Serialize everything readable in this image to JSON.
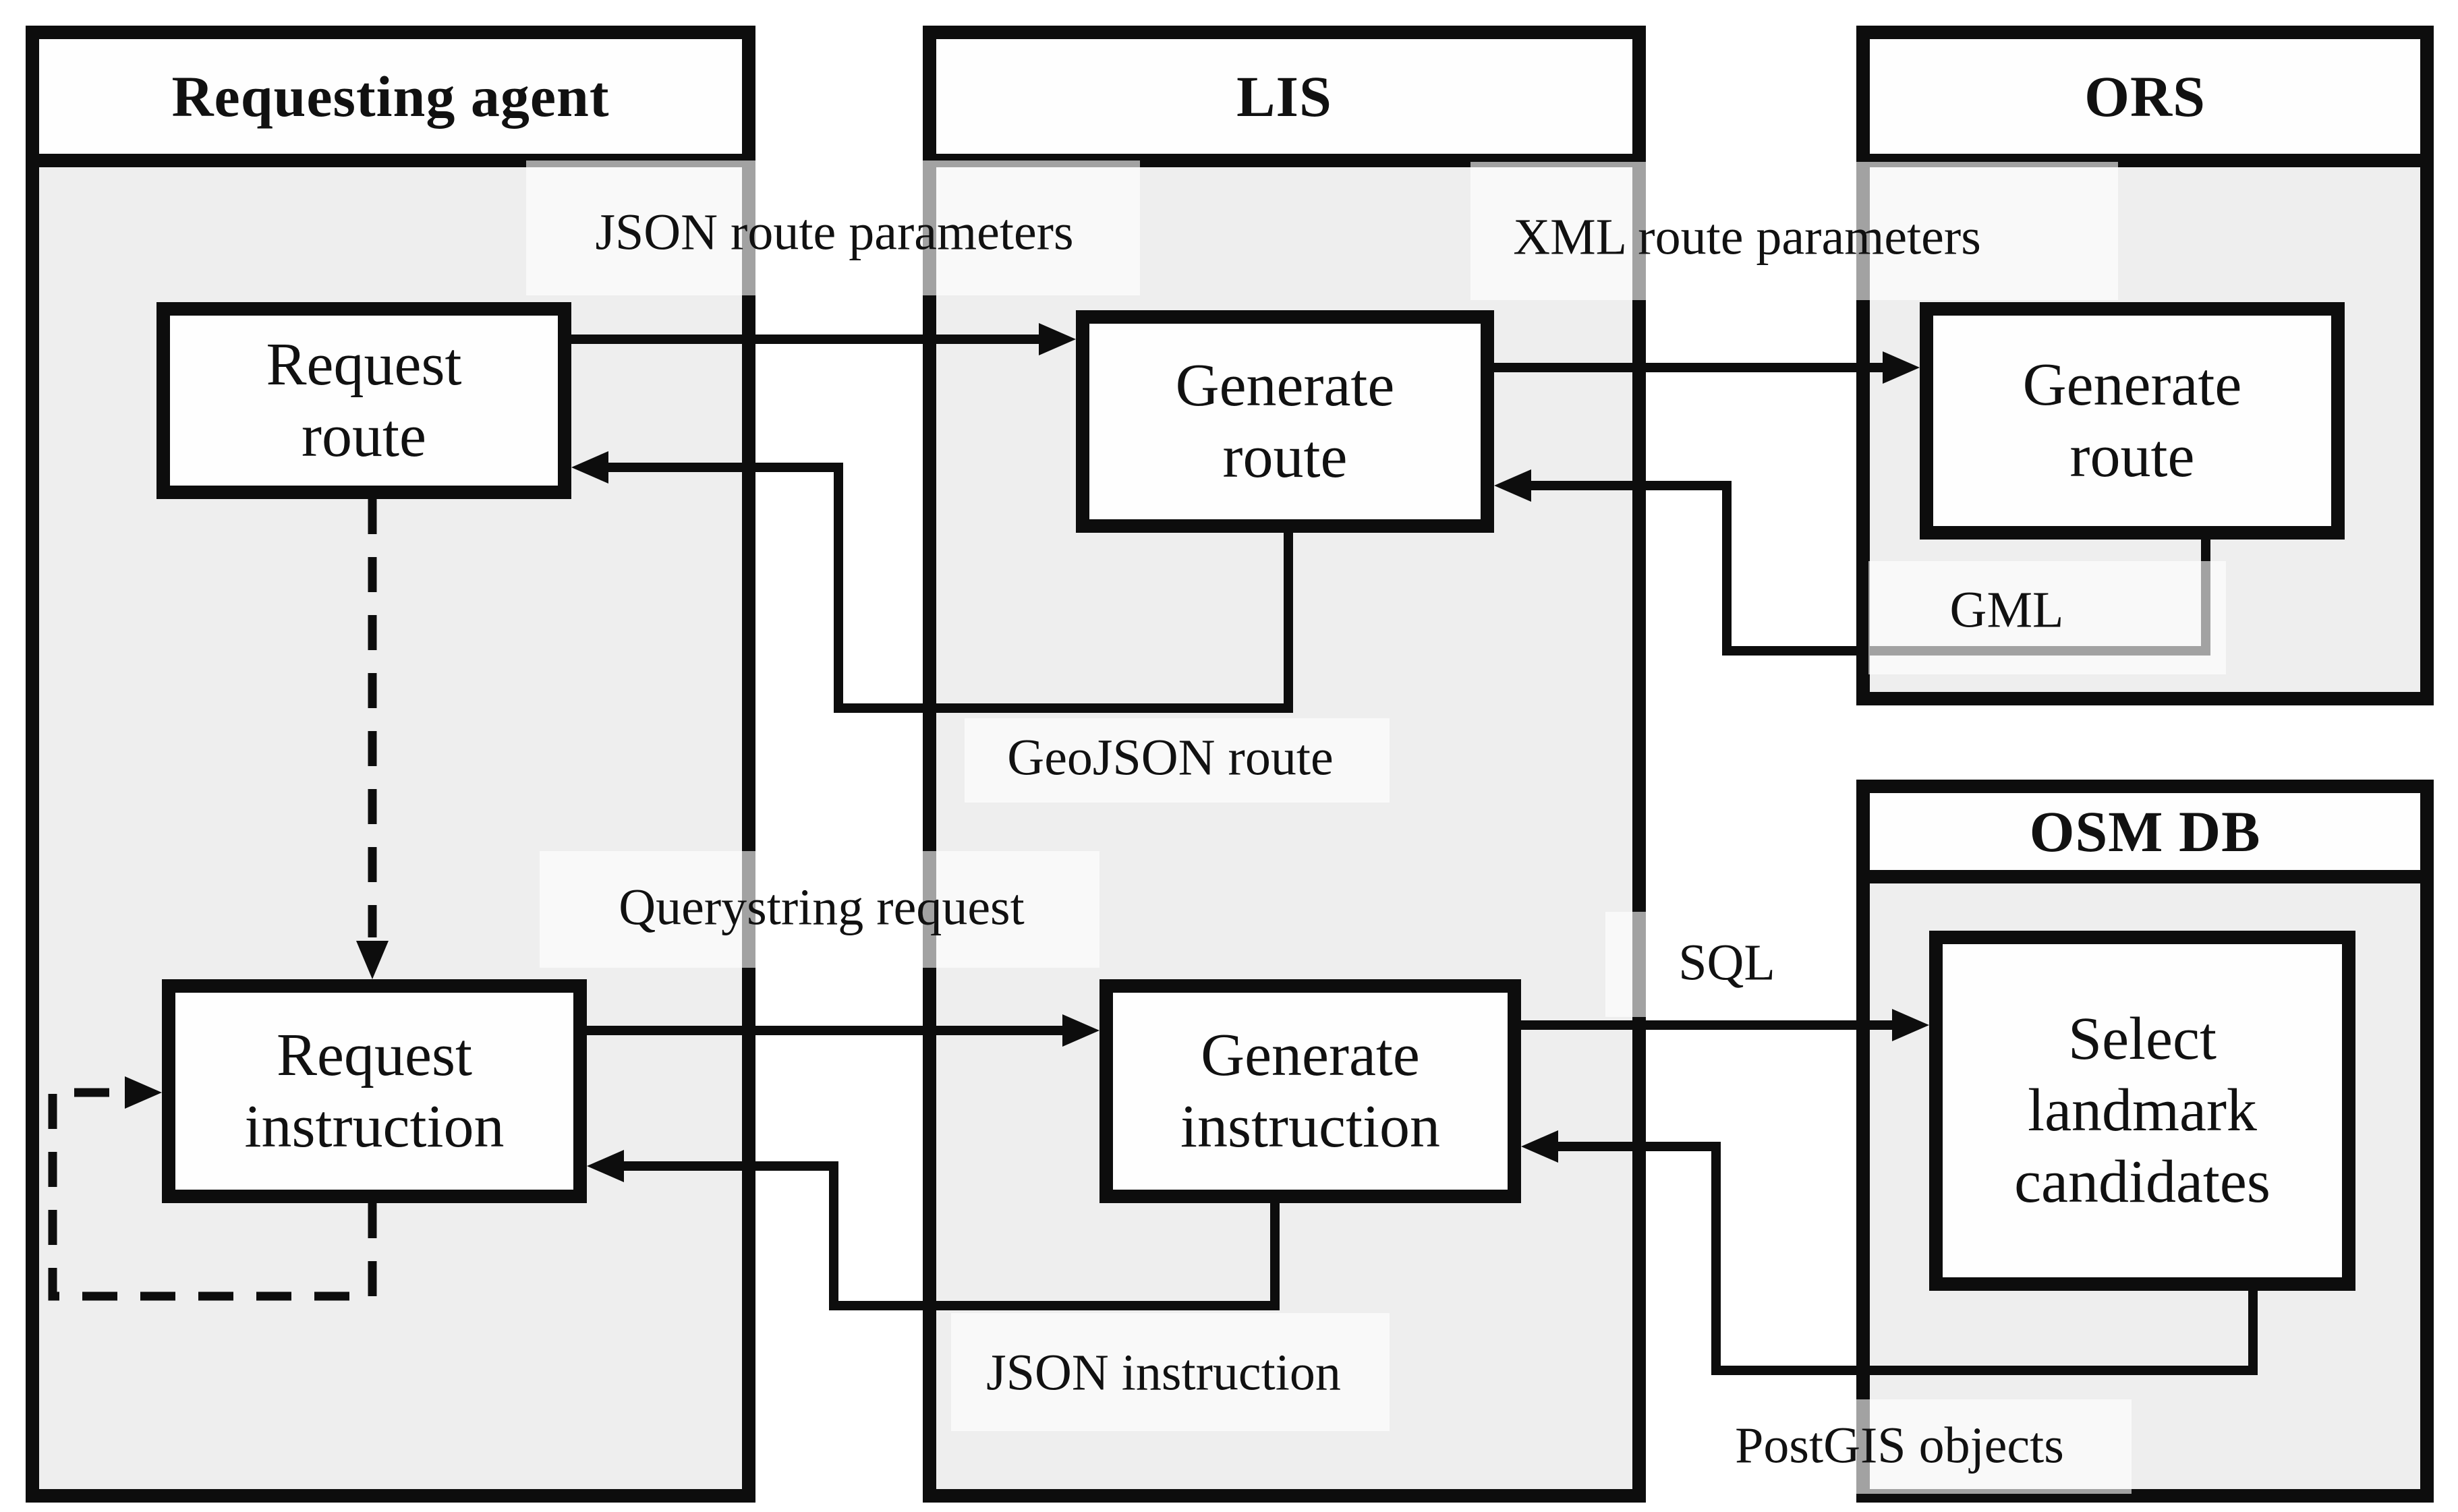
{
  "colors": {
    "ink": "#0d0d0d",
    "panel": "#eeeeee",
    "surface": "#fefefe",
    "page": "#ffffff",
    "veil": "rgba(255,255,255,0.62)",
    "text": "#111111"
  },
  "containers": [
    {
      "id": "requesting-agent",
      "title": "Requesting agent"
    },
    {
      "id": "lis",
      "title": "LIS"
    },
    {
      "id": "ors",
      "title": "ORS"
    },
    {
      "id": "osm-db",
      "title": "OSM DB"
    }
  ],
  "processes": [
    {
      "id": "request-route",
      "container": "requesting-agent",
      "lines": [
        "Request",
        "route"
      ]
    },
    {
      "id": "generate-route-lis",
      "container": "lis",
      "lines": [
        "Generate",
        "route"
      ]
    },
    {
      "id": "generate-route-ors",
      "container": "ors",
      "lines": [
        "Generate",
        "route"
      ]
    },
    {
      "id": "request-instruction",
      "container": "requesting-agent",
      "lines": [
        "Request",
        "instruction"
      ]
    },
    {
      "id": "generate-instruction",
      "container": "lis",
      "lines": [
        "Generate",
        "instruction"
      ]
    },
    {
      "id": "select-landmark-candidates",
      "container": "osm-db",
      "lines": [
        "Select",
        "landmark",
        "candidates"
      ]
    }
  ],
  "messages": [
    {
      "id": "json-route-parameters",
      "label": "JSON route parameters",
      "from": "request-route",
      "to": "generate-route-lis",
      "style": "solid"
    },
    {
      "id": "xml-route-parameters",
      "label": "XML route parameters",
      "from": "generate-route-lis",
      "to": "generate-route-ors",
      "style": "solid"
    },
    {
      "id": "gml",
      "label": "GML",
      "from": "generate-route-ors",
      "to": "generate-route-lis",
      "style": "solid"
    },
    {
      "id": "geojson-route",
      "label": "GeoJSON route",
      "from": "generate-route-lis",
      "to": "request-route",
      "style": "solid"
    },
    {
      "id": "querystring-request",
      "label": "Querystring request",
      "from": "request-instruction",
      "to": "generate-instruction",
      "style": "solid"
    },
    {
      "id": "sql",
      "label": "SQL",
      "from": "generate-instruction",
      "to": "select-landmark-candidates",
      "style": "solid"
    },
    {
      "id": "postgis-objects",
      "label": "PostGIS objects",
      "from": "select-landmark-candidates",
      "to": "generate-instruction",
      "style": "solid"
    },
    {
      "id": "json-instruction",
      "label": "JSON instruction",
      "from": "generate-instruction",
      "to": "request-instruction",
      "style": "solid"
    },
    {
      "id": "route-to-instruction",
      "label": "",
      "from": "request-route",
      "to": "request-instruction",
      "style": "dashed"
    },
    {
      "id": "instruction-loop",
      "label": "",
      "from": "request-instruction",
      "to": "request-instruction",
      "style": "dashed"
    }
  ]
}
